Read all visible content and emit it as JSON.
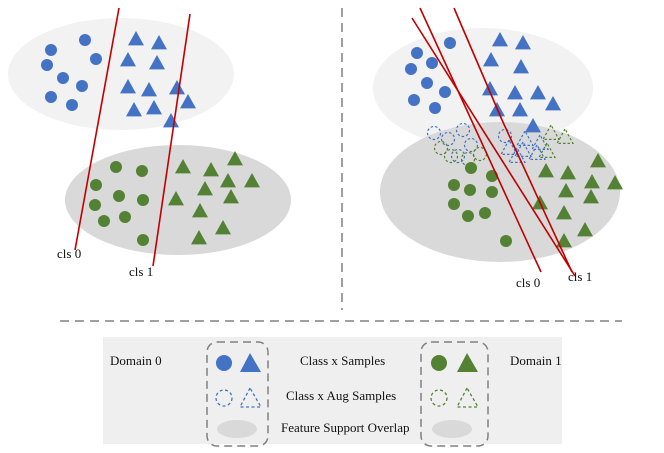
{
  "colors": {
    "blue": "#4472c4",
    "green": "#548235",
    "boundary": "#c00000",
    "domain_light": "#f2f2f2",
    "domain_dark": "#d9d9d9",
    "legend_bg": "#efefef",
    "divider": "#808080"
  },
  "left_panel": {
    "boundary_labels": {
      "cls0": "cls 0",
      "cls1": "cls 1"
    }
  },
  "right_panel": {
    "boundary_labels": {
      "cls0": "cls 0",
      "cls1": "cls 1"
    }
  },
  "legend": {
    "domain0": "Domain 0",
    "domain1": "Domain 1",
    "samples": "Class x Samples",
    "aug_samples": "Class x Aug Samples",
    "overlap": "Feature Support Overlap"
  },
  "icons": {
    "circle": "filled-circle-icon",
    "triangle": "filled-triangle-icon",
    "aug_circle": "dashed-circle-icon",
    "aug_triangle": "dashed-triangle-icon",
    "overlap": "gray-ellipse-icon"
  }
}
